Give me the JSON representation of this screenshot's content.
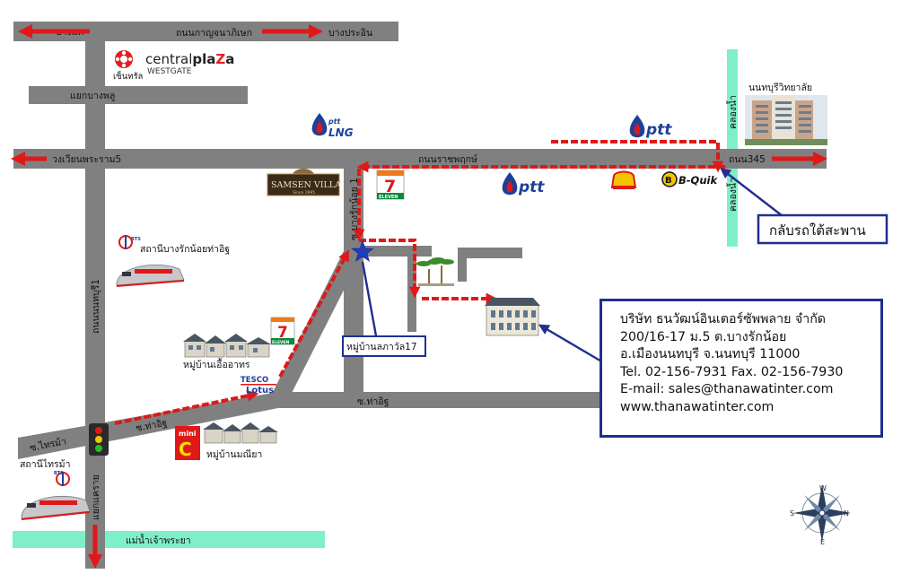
{
  "roads": {
    "bang_khae": "บางแค",
    "kanchana": "ถนนกาญจนาภิเษก",
    "bang_pa_in": "บางประอิน",
    "yaek_bang_phlu": "แยกบางพลู",
    "wongwian": "วงเวียนพระราม5",
    "ratchaphruek": "ถนนราชพฤกษ์",
    "road345": "ถนน345",
    "soi_bang_rak_noi_1": "ซ.บางรักน้อย 1",
    "nonthaburi1": "ถนนนนทบุรี1",
    "soi_tha_it": "ซ.ท่าอิฐ",
    "soi_tha_it_2": "ซ.ท่าอิฐ",
    "soi_sai_ma": "ซ.ไทรม้า",
    "yaek_khae_rai": "แยกแคราย",
    "river": "แม่น้ำเจ้าพระยา",
    "khlong_top": "คลองน้ำ",
    "khlong_bottom": "คลองน้ำ"
  },
  "places": {
    "central_brand_th": "เซ็นทรัล",
    "central_brand_a": "central",
    "central_brand_b": "pla",
    "central_brand_c": "Z",
    "central_brand_d": "a",
    "central_sub": "WESTGATE",
    "school": "นนทบุรีวิทยาลัย",
    "samsen_villa": "SAMSEN VILLA",
    "samsen_since": "Since 1995",
    "bts_logo_1": "BTS",
    "bts_logo_2": "BTS",
    "bts_bang_rak_noi": "สถานีบางรักน้อยท่าอิฐ",
    "bts_sai_ma": "สถานีไทรม้า",
    "village_ua_athon": "หมู่บ้านเอื้ออาทร",
    "village_manee": "หมู่บ้านมณียา",
    "village_lapharawan": "หมู่บ้านลภาวัล17",
    "tesco_1": "TESCO",
    "tesco_2": "Lotus",
    "mini_c_1": "mini",
    "mini_c_2": "C",
    "eleven_top": "7",
    "eleven_sub": "ELEVEN",
    "eleven_2_top": "7",
    "eleven_2_sub": "ELEVEN",
    "ptt_1": "ptt",
    "ptt_lng": "LNG",
    "ptt_lng_ptt": "ptt",
    "ptt_2": "ptt",
    "bquik": "B-Quik",
    "u_turn": "กลับรถใต้สะพาน"
  },
  "company": {
    "name": "บริษัท ธนวัฒน์อินเตอร์ซัพพลาย จำกัด",
    "address1": "200/16-17 ม.5 ต.บางรักน้อย",
    "address2": "อ.เมืองนนทบุรี จ.นนทบุรี 11000",
    "phone": "Tel. 02-156-7931 Fax. 02-156-7930",
    "email": "E-mail: sales@thanawatinter.com",
    "web": "www.thanawatinter.com"
  },
  "compass": {
    "n": "W",
    "e": "N",
    "s": "E",
    "w": "S"
  },
  "colors": {
    "road": "#808080",
    "route": "#e01818",
    "river": "#7fefc8",
    "callout": "#1f2f8f",
    "ptt_blue": "#1f3f99"
  }
}
